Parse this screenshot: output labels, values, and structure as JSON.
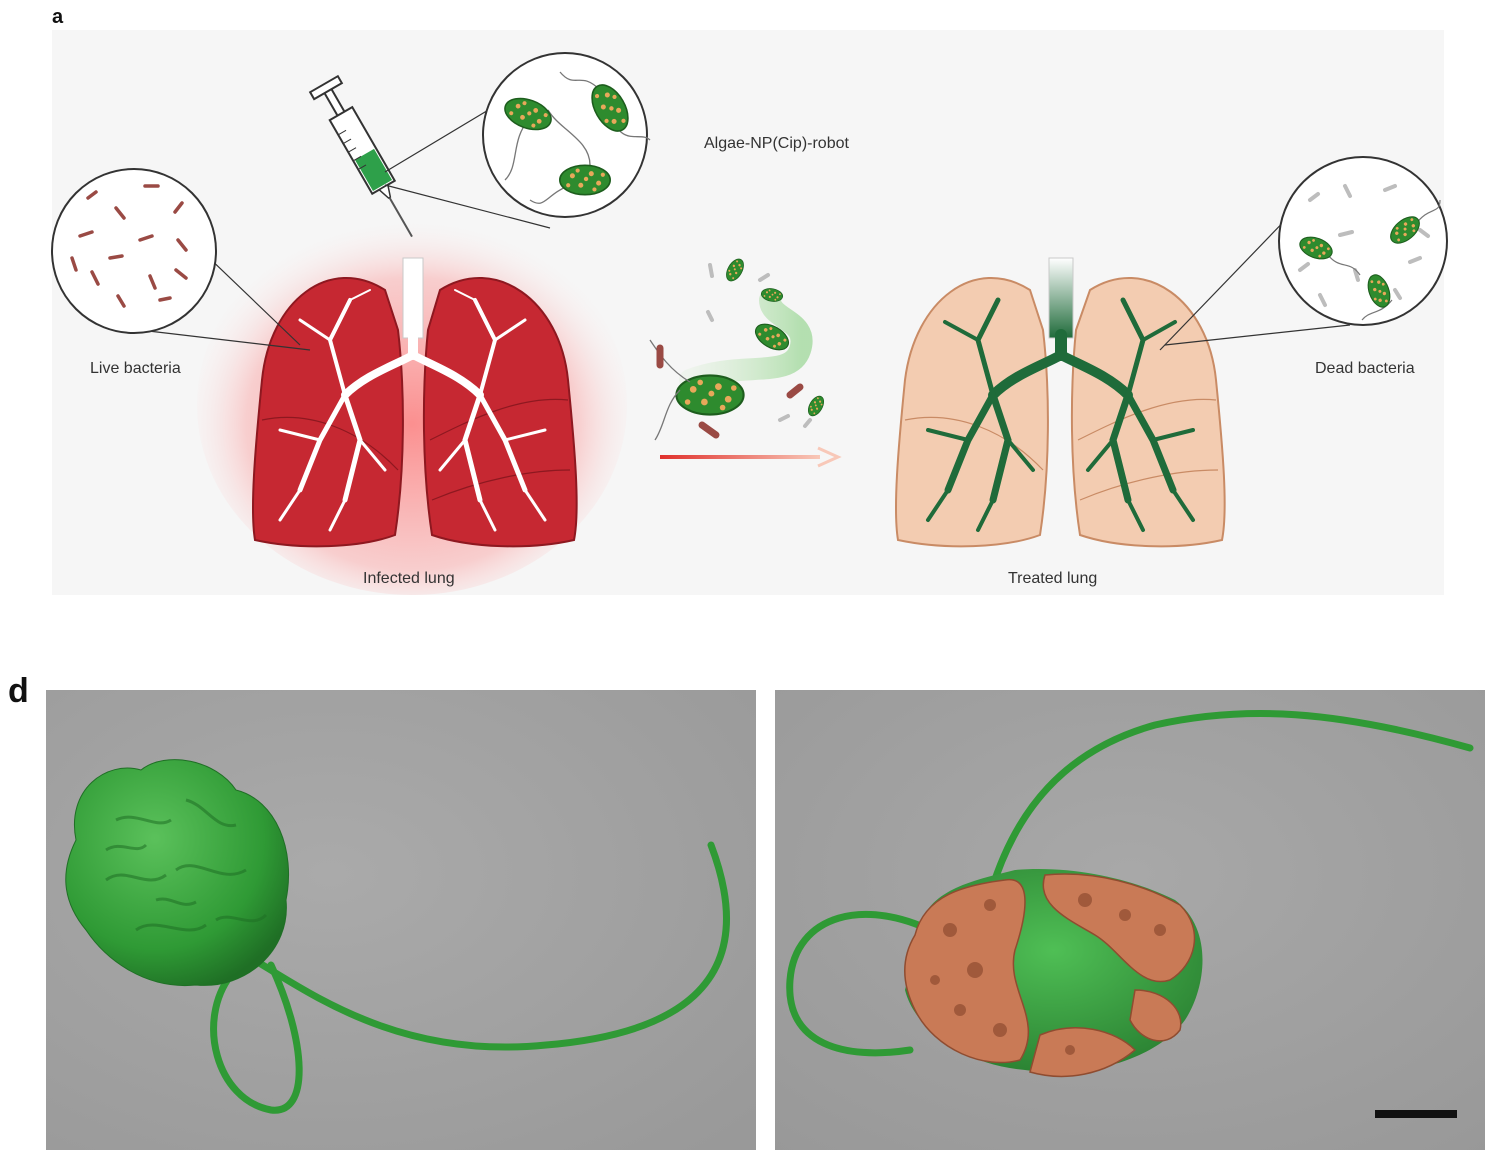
{
  "panel_a": {
    "letter": "a",
    "labels": {
      "live_bacteria": "Live bacteria",
      "algae_robot": "Algae-NP(Cip)-robot",
      "dead_bacteria": "Dead bacteria",
      "infected_lung": "Infected lung",
      "treated_lung": "Treated lung"
    }
  },
  "panel_d": {
    "letter": "d"
  },
  "colors": {
    "infected_lung": "#c62832",
    "treated_lung": "#f2c4a4",
    "algae_green": "#2e8b2e",
    "bronchi_green": "#1f6b3a",
    "nanoparticle_orange": "#e8a85a",
    "sem_gray": "#a3a3a3",
    "arrow_red": "#e0302c"
  }
}
